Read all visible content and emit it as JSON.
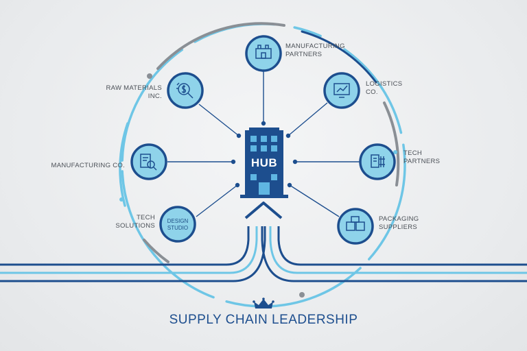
{
  "diagram": {
    "title": "SUPPLY CHAIN LEADERSHIP",
    "hub": {
      "label": "HUB"
    },
    "nodes": [
      {
        "id": "manufacturing-partners",
        "line1": "MANUFACTURING",
        "line2": "PARTNERS",
        "icon": "factory-icon"
      },
      {
        "id": "logistics",
        "line1": "LOGISTICS",
        "line2": "CO.",
        "icon": "monitor-chart-icon"
      },
      {
        "id": "tech-partners",
        "line1": "TECH",
        "line2": "PARTNERS",
        "icon": "document-tech-icon"
      },
      {
        "id": "packaging-suppliers",
        "line1": "PACKAGING",
        "line2": "SUPPLIERS",
        "icon": "boxes-icon"
      },
      {
        "id": "tech-solutions",
        "line1": "TECH",
        "line2": "SOLUTIONS",
        "icon": "design-studio-icon",
        "inner_text": "DESIGN STUDIO"
      },
      {
        "id": "manufacturing-co",
        "line1": "MANUFACTURING CO.",
        "line2": "",
        "icon": "document-search-icon"
      },
      {
        "id": "raw-materials",
        "line1": "RAW MATERIALS",
        "line2": "INC.",
        "icon": "money-search-icon"
      }
    ]
  },
  "colors": {
    "navy": "#1d4e8e",
    "light_blue": "#6ec6e6",
    "node_fill": "#8fd3ea",
    "gray_arc": "#8a8f95"
  }
}
